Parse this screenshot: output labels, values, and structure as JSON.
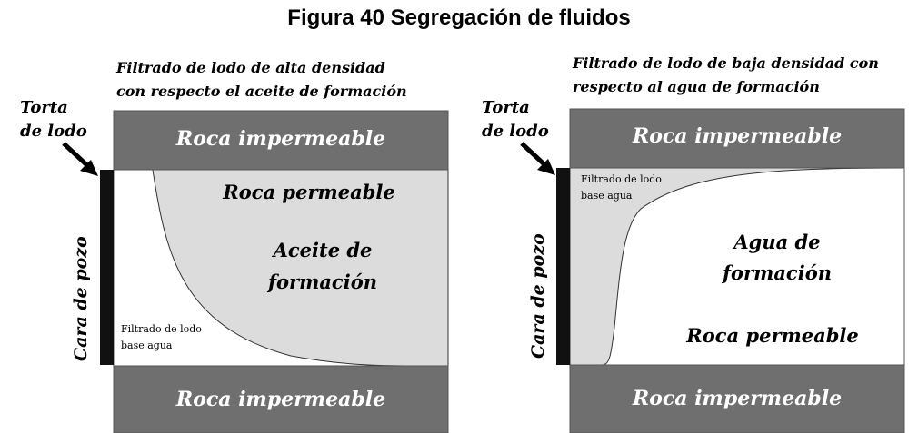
{
  "title": "Figura 40 Segregación de fluidos",
  "colors": {
    "impermeable_rock": "#6f6f6f",
    "fluid_fill": "#dcdcdc",
    "border": "#555555",
    "mudcake": "#000000"
  },
  "left_panel": {
    "header_line1": "Filtrado de lodo de alta densidad",
    "header_line2": "con respecto el aceite de formación",
    "mudcake_label_line1": "Torta",
    "mudcake_label_line2": "de lodo",
    "wellbore_label": "Cara de pozo",
    "top_rock": "Roca impermeable",
    "bottom_rock": "Roca impermeable",
    "permeable_rock": "Roca permeable",
    "fluid_line1": "Aceite de",
    "fluid_line2": "formación",
    "filtrate_line1": "Filtrado de lodo",
    "filtrate_line2": "base agua"
  },
  "right_panel": {
    "header_line1": "Filtrado de lodo de baja densidad con",
    "header_line2": "respecto al agua de formación",
    "mudcake_label_line1": "Torta",
    "mudcake_label_line2": "de lodo",
    "wellbore_label": "Cara de pozo",
    "top_rock": "Roca impermeable",
    "bottom_rock": "Roca impermeable",
    "permeable_rock": "Roca permeable",
    "fluid_line1": "Agua de",
    "fluid_line2": "formación",
    "filtrate_line1": "Filtrado de lodo",
    "filtrate_line2": "base agua"
  }
}
